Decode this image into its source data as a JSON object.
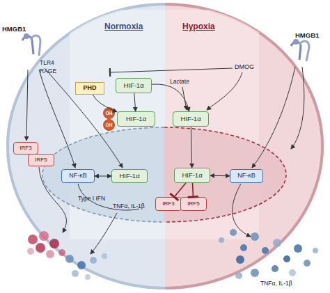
{
  "diagram": {
    "nodes": [
      {
        "text": [
          "Normoxia"
        ]
      },
      {
        "text": [
          "Hypoxia"
        ]
      },
      {
        "text": [
          "PHD"
        ],
        "in": 0
      },
      {
        "text": [
          "HIF-1α"
        ],
        "in": 0
      },
      {
        "text": [
          "OH"
        ],
        "in": 0
      },
      {
        "text": [
          "OH"
        ],
        "in": 0
      },
      {
        "text": [
          "HIF-1α"
        ],
        "in": 0
      },
      {
        "text": [
          "HIF-1α"
        ],
        "in": 1
      },
      {
        "text": [
          "IRF3"
        ],
        "in": 0
      },
      {
        "text": [
          "IRF5"
        ],
        "in": 0
      },
      {
        "text": [
          "NF-κB"
        ],
        "in": 0
      },
      {
        "text": [
          "HIF-1α"
        ],
        "in": 0
      },
      {
        "text": [
          "HIF-1α"
        ],
        "in": 1
      },
      {
        "text": [
          "NF-κB"
        ],
        "in": 1
      },
      {
        "text": [
          "IRF3"
        ],
        "in": 1
      },
      {
        "text": [
          "IRF5"
        ],
        "in": 1
      }
    ],
    "edges": [
      {
        "from": 2,
        "to": 6,
        "arrow": "to"
      },
      {
        "from": 3,
        "to": 6,
        "arrow": "to"
      },
      {
        "from": 3,
        "to": 7,
        "arrow": "to"
      },
      {
        "from": 7,
        "to": 12,
        "arrow": "to"
      },
      {
        "from": 10,
        "to": 11,
        "arrow": "both"
      },
      {
        "from": 12,
        "to": 13,
        "arrow": "both"
      },
      {
        "from": 12,
        "to": 14,
        "arrow": "to"
      },
      {
        "from": 12,
        "to": 15,
        "arrow": "to"
      }
    ],
    "labels": [
      "HMGB1",
      "TLR4",
      "RAGE",
      "HMGB1",
      "DMOG",
      "Lactate",
      "Type I IFN",
      "TNFα, IL-1β",
      "TNFα, IL-1β"
    ]
  }
}
